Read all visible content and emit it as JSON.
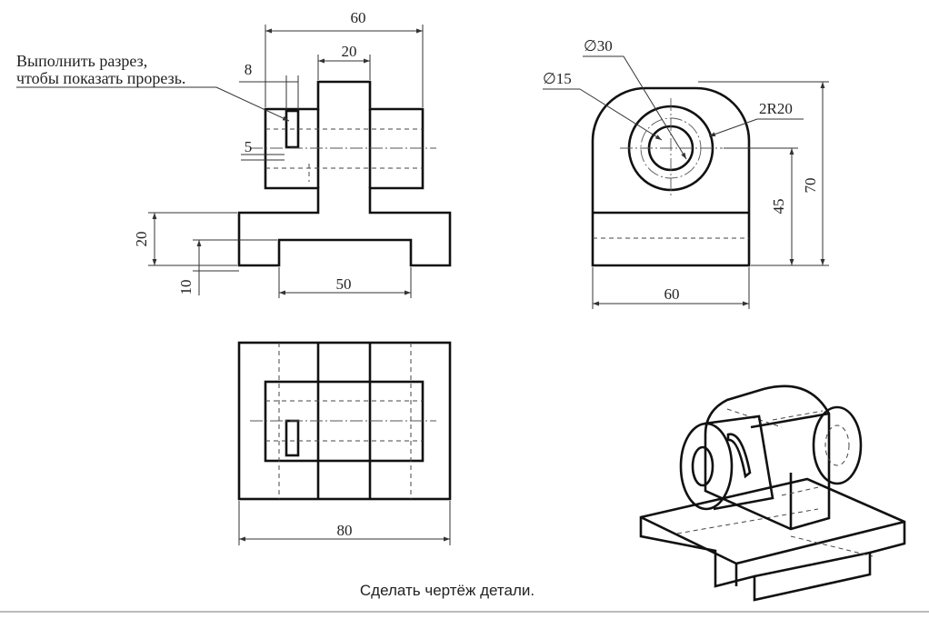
{
  "note": {
    "line1": "Выполнить разрез,",
    "line2": "чтобы показать прорезь."
  },
  "caption": "Сделать чертёж детали.",
  "front_view": {
    "dim_overall_width": "60",
    "dim_boss_width": "20",
    "dim_slot_width": "8",
    "dim_slot_height": "5",
    "dim_base_height": "20",
    "dim_recess_height": "10",
    "dim_recess_width": "50"
  },
  "side_view": {
    "dim_outer_diameter": "∅30",
    "dim_inner_diameter": "∅15",
    "dim_radius": "2R20",
    "dim_center_height": "45",
    "dim_total_height": "70",
    "dim_width": "60"
  },
  "top_view": {
    "dim_length": "80"
  }
}
